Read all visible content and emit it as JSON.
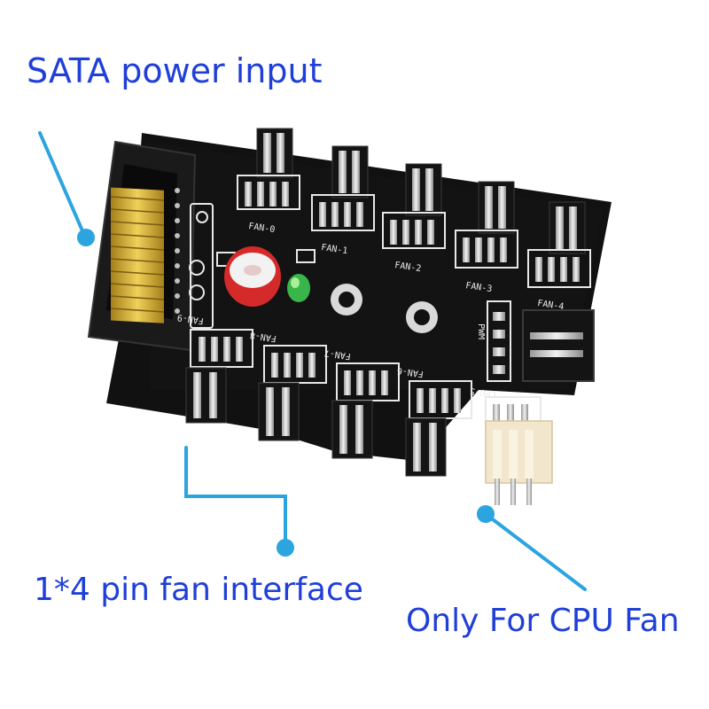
{
  "callouts": {
    "sata_power_input": "SATA power input",
    "fan_interface": "1*4 pin fan interface",
    "cpu_only": "Only For CPU Fan"
  },
  "board": {
    "top_fan_labels": [
      "FAN-0",
      "FAN-1",
      "FAN-2",
      "FAN-3",
      "FAN-4"
    ],
    "bottom_fan_labels": [
      "FAN-9",
      "FAN-8",
      "FAN-7",
      "FAN-6",
      "CPU-5"
    ],
    "pwm_label": "PWM"
  },
  "colors": {
    "callout_text": "#1f3fd8",
    "callout_line": "#2ba4e0",
    "pcb": "#0d0d0d",
    "silkscreen": "#e8e8e8",
    "gold_contact": "#c9a227",
    "capacitor": "#d42a2a",
    "led": "#39b54a",
    "cpu_connector": "#f2e6cc"
  }
}
